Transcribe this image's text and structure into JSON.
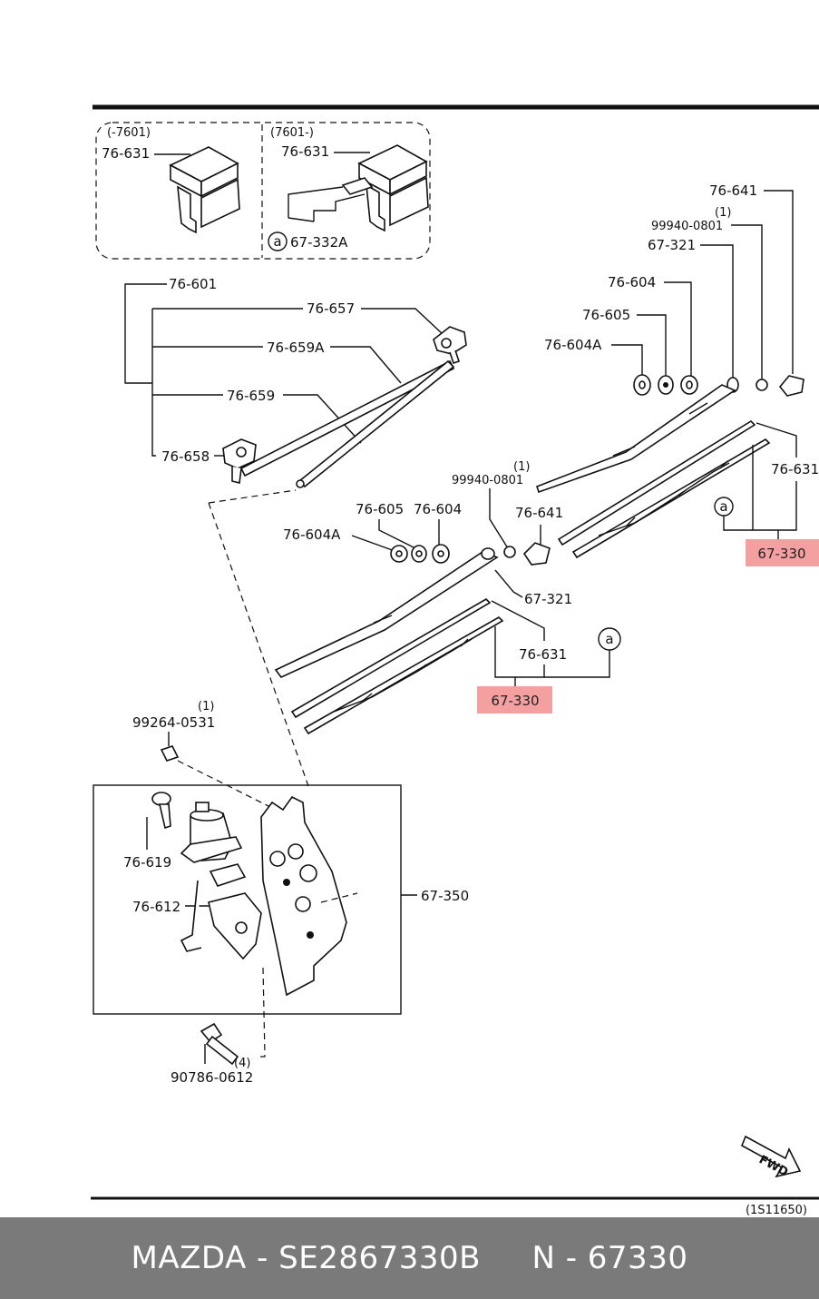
{
  "diagram": {
    "inset_left_range": "(-7601)",
    "inset_right_range": "(7601-)",
    "inset_left_part": "76-631",
    "inset_right_part": "76-631",
    "inset_right_ref": "67-332A",
    "ref_symbol": "a",
    "labels": {
      "p76_601": "76-601",
      "p76_657": "76-657",
      "p76_659A": "76-659A",
      "p76_659": "76-659",
      "p76_658": "76-658",
      "p76_641_top": "76-641",
      "qty_99940_top": "(1)",
      "p99940_top": "99940-0801",
      "p67_321_top": "67-321",
      "p76_604_top": "76-604",
      "p76_605_top": "76-605",
      "p76_604A_top": "76-604A",
      "p76_631_right": "76-631",
      "qty_99940_mid": "(1)",
      "p99940_mid": "99940-0801",
      "p76_605_mid": "76-605",
      "p76_604_mid": "76-604",
      "p76_604A_mid": "76-604A",
      "p76_641_mid": "76-641",
      "p67_321_mid": "67-321",
      "p76_631_mid": "76-631",
      "qty_99264": "(1)",
      "p99264": "99264-0531",
      "p76_619": "76-619",
      "p76_612": "76-612",
      "p67_350": "67-350",
      "qty_90786": "(4)",
      "p90786": "90786-0612"
    },
    "highlight_right": "67-330",
    "highlight_mid": "67-330",
    "fwd_label": "FWD",
    "figure_code": "(1S11650)",
    "highlight_color": "#f4a0a0"
  },
  "footer": {
    "text": "MAZDA - SE2867330B     N - 67330",
    "background": "#7a7a7a"
  }
}
